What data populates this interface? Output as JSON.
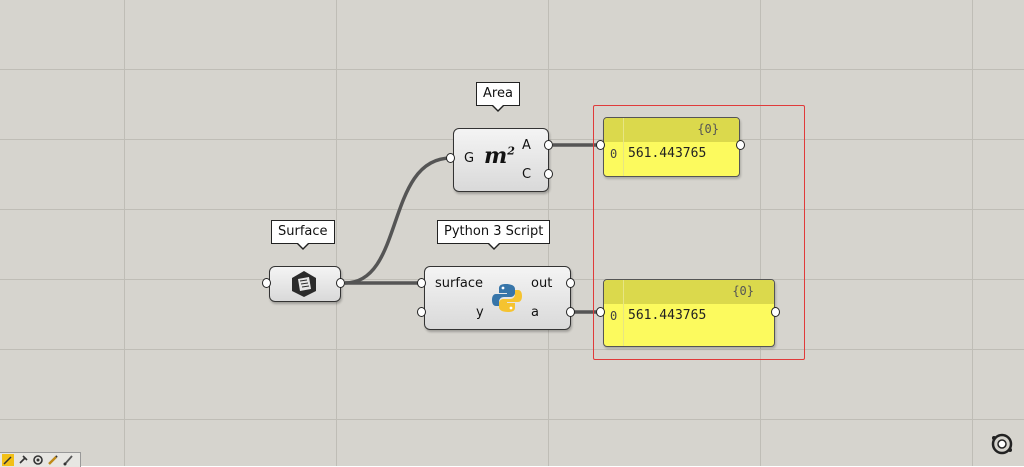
{
  "canvas": {
    "background": "#d6d4ce",
    "grid_color": "#bfbdb6"
  },
  "components": {
    "area": {
      "tag": "Area",
      "input_g": "G",
      "output_a": "A",
      "output_c": "C",
      "icon_text": "m",
      "icon_sup": "2"
    },
    "surface": {
      "tag": "Surface"
    },
    "python": {
      "tag": "Python 3 Script",
      "input_surface": "surface",
      "input_y": "y",
      "output_out": "out",
      "output_a": "a"
    }
  },
  "panels": {
    "top": {
      "path": "{0}",
      "index": "0",
      "value": "561.443765"
    },
    "bottom": {
      "path": "{0}",
      "index": "0",
      "value": "561.443765"
    }
  },
  "highlight_color": "#e03a3a",
  "toolbar": {
    "icons": [
      "wand-icon",
      "pin-icon",
      "gear-icon",
      "pencil-icon",
      "brush-icon"
    ]
  },
  "nav": {
    "icon": "rotate-view-icon"
  }
}
